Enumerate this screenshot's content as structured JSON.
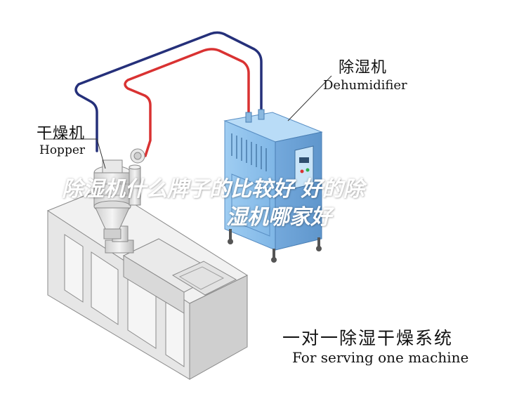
{
  "labels": {
    "dehumidifier_cn": "除湿机",
    "dehumidifier_en": "Dehumidifier",
    "hopper_cn": "干燥机",
    "hopper_en": "Hopper",
    "system_cn": "一对一除湿干燥系统",
    "system_en": "For serving one machine"
  },
  "headline": {
    "line1": "除湿机什么牌子的比较好 好的除",
    "line2": "湿机哪家好"
  },
  "colors": {
    "dry_air_line": "#d93232",
    "return_air_line": "#25307a",
    "dehumidifier_body": "#8fc3ee",
    "machine_body": "#e3e3e3",
    "background": "#ffffff"
  }
}
